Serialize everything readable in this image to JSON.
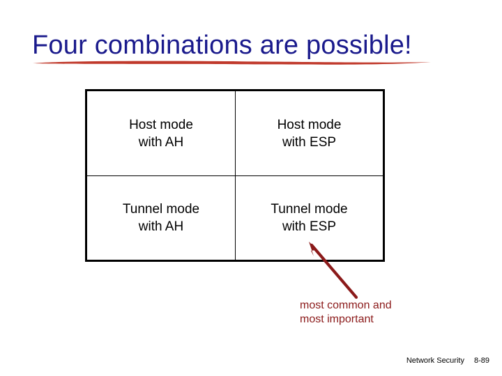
{
  "slide": {
    "title": "Four combinations are possible!",
    "title_color": "#1a1a8c",
    "underline_color": "#c0392b",
    "background": "#ffffff"
  },
  "matrix": {
    "border_color": "#000000",
    "rows": [
      {
        "cells": [
          {
            "line1": "Host mode",
            "line2": "with AH"
          },
          {
            "line1": "Host mode",
            "line2": "with ESP"
          }
        ]
      },
      {
        "cells": [
          {
            "line1": "Tunnel mode",
            "line2": "with AH"
          },
          {
            "line1": "Tunnel mode",
            "line2": "with ESP"
          }
        ]
      }
    ]
  },
  "annotation": {
    "line1": "most common and",
    "line2": "most important",
    "color": "#8b1a1a",
    "arrow_color": "#8b1a1a",
    "points_to": "Tunnel mode with ESP"
  },
  "footer": {
    "course": "Network Security",
    "page": "8-89"
  }
}
